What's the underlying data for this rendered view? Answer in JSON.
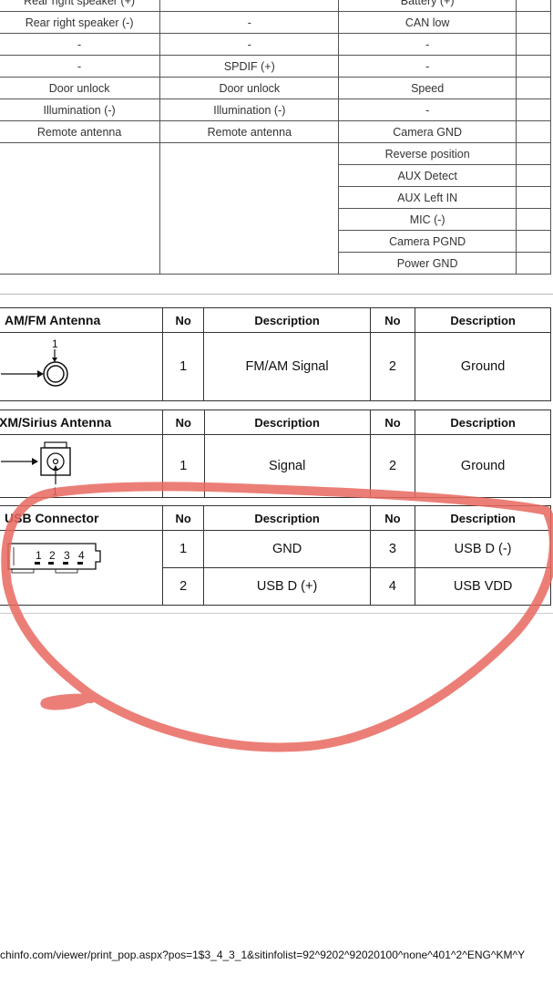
{
  "pin_table": {
    "rows": [
      [
        "Rear right speaker (+)",
        "",
        "Battery (+)"
      ],
      [
        "Rear right speaker (-)",
        "-",
        "CAN low"
      ],
      [
        "-",
        "-",
        "-"
      ],
      [
        "-",
        "SPDIF (+)",
        "-"
      ],
      [
        "Door unlock",
        "Door unlock",
        "Speed"
      ],
      [
        "Illumination (-)",
        "Illumination (-)",
        "-"
      ],
      [
        "Remote antenna",
        "Remote antenna",
        "Camera GND"
      ]
    ],
    "extra_col3": [
      "Reverse position",
      "AUX Detect",
      "AUX Left IN",
      "MIC (-)",
      "Camera PGND",
      "Power GND"
    ]
  },
  "amfm": {
    "name": "AM/FM Antenna",
    "headers": [
      "No",
      "Description",
      "No",
      "Description"
    ],
    "pin_label": "1",
    "rows": [
      [
        "1",
        "FM/AM Signal",
        "2",
        "Ground"
      ]
    ]
  },
  "xm": {
    "name": "XM/Sirius Antenna",
    "headers": [
      "No",
      "Description",
      "No",
      "Description"
    ],
    "pin_label": "1",
    "rows": [
      [
        "1",
        "Signal",
        "2",
        "Ground"
      ]
    ]
  },
  "usb": {
    "name": "USB Connector",
    "headers": [
      "No",
      "Description",
      "No",
      "Description"
    ],
    "pin_labels": [
      "1",
      "2",
      "3",
      "4"
    ],
    "rows": [
      [
        "1",
        "GND",
        "3",
        "USB D (-)"
      ],
      [
        "2",
        "USB D (+)",
        "4",
        "USB VDD"
      ]
    ]
  },
  "url": "chinfo.com/viewer/print_pop.aspx?pos=1$3_4_3_1&sitinfolist=92^9202^92020100^none^401^2^ENG^KM^Y",
  "colors": {
    "annotation": "#e8685f"
  }
}
